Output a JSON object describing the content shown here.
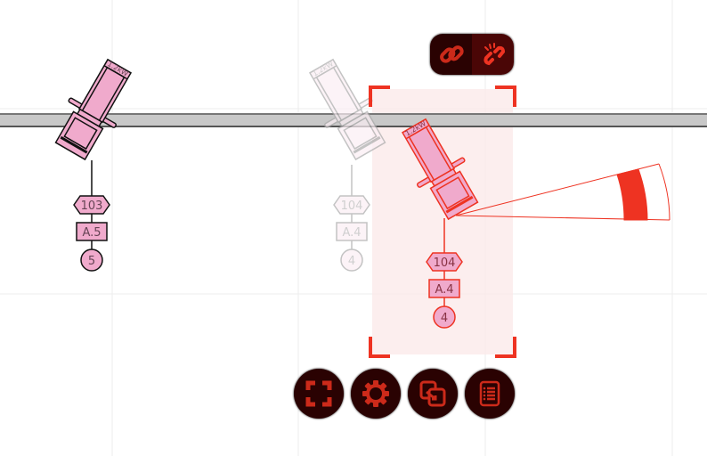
{
  "fixtures": [
    {
      "state": "normal",
      "label": "1.2kW",
      "channel": "103",
      "address": "A.5",
      "unit": "5"
    },
    {
      "state": "ghost",
      "label": "1.2kW",
      "channel": "104",
      "address": "A.4",
      "unit": "4"
    },
    {
      "state": "selected",
      "label": "1.2kW",
      "channel": "104",
      "address": "A.4",
      "unit": "4"
    }
  ],
  "link_toggle": {
    "left_icon": "link-icon",
    "right_icon": "unlink-icon",
    "active": "unlink"
  },
  "toolbar": [
    {
      "icon": "fit-selection-icon"
    },
    {
      "icon": "gear-icon"
    },
    {
      "icon": "swap-copy-icon"
    },
    {
      "icon": "list-icon"
    }
  ],
  "colors": {
    "accent": "#ee3322",
    "fixture_fill": "#f0aacc",
    "button_bg": "#2a0202",
    "pipe": "#c8c8c8"
  }
}
